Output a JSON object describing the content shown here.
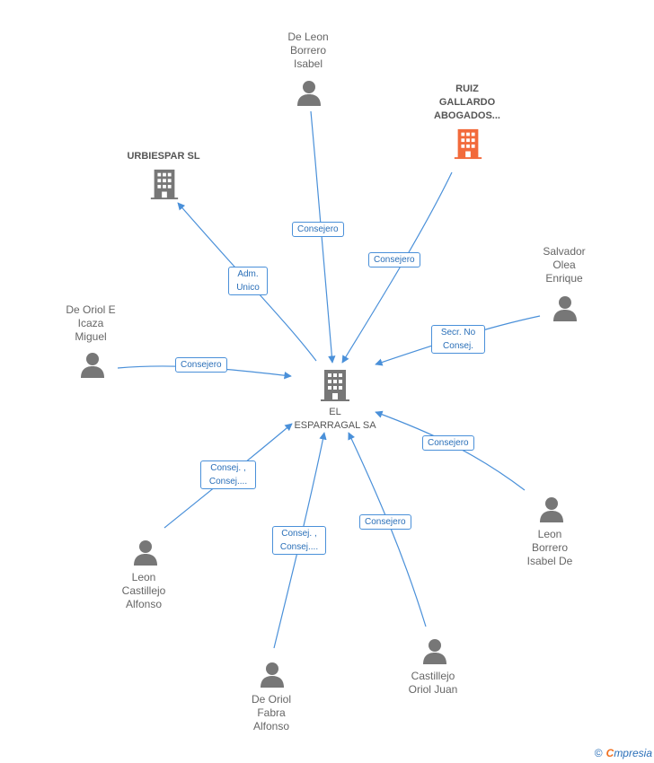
{
  "nodes": {
    "center": {
      "label": "EL\nESPARRAGAL SA"
    },
    "urbiespar": {
      "label": "URBIESPAR SL"
    },
    "ruiz": {
      "label": "RUIZ\nGALLARDO\nABOGADOS..."
    },
    "deleonborrero": {
      "label": "De Leon\nBorrero\nIsabel"
    },
    "salvador": {
      "label": "Salvador\nOlea\nEnrique"
    },
    "deoriolicaza": {
      "label": "De Oriol E\nIcaza\nMiguel"
    },
    "leonborrero": {
      "label": "Leon\nBorrero\nIsabel De"
    },
    "leoncastillejo": {
      "label": "Leon\nCastillejo\nAlfonso"
    },
    "deoriolfabra": {
      "label": "De Oriol\nFabra\nAlfonso"
    },
    "castillejo": {
      "label": "Castillejo\nOriol Juan"
    }
  },
  "edges": {
    "urbiespar": "Adm.\nUnico",
    "deleonborrero": "Consejero",
    "ruiz": "Consejero",
    "salvador": "Secr.  No\nConsej.",
    "deoriolicaza": "Consejero",
    "leonborrero": "Consejero",
    "leoncastillejo": "Consej. ,\nConsej....",
    "deoriolfabra": "Consej. ,\nConsej....",
    "castillejo": "Consejero"
  },
  "colors": {
    "edge": "#4a90d9",
    "icon": "#777777",
    "highlight": "#f26a3b"
  },
  "footer": {
    "copyright": "©",
    "brand_initial": "C",
    "brand_rest": "mpresia"
  }
}
